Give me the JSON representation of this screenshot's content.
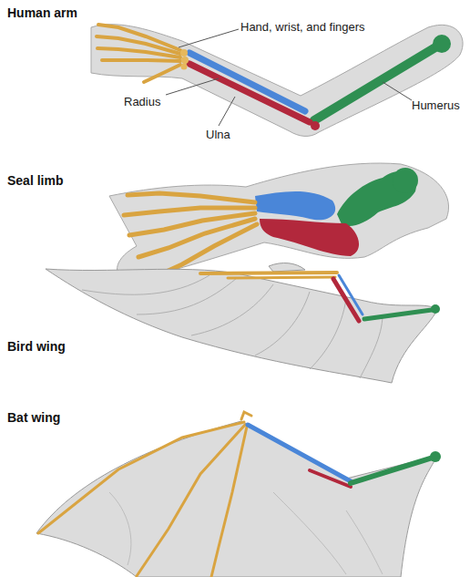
{
  "diagram": {
    "labels": [
      "Human arm",
      "Hand, wrist, and fingers",
      "Radius",
      "Ulna",
      "Humerus",
      "Seal limb",
      "Bird wing",
      "Bat wing"
    ]
  }
}
